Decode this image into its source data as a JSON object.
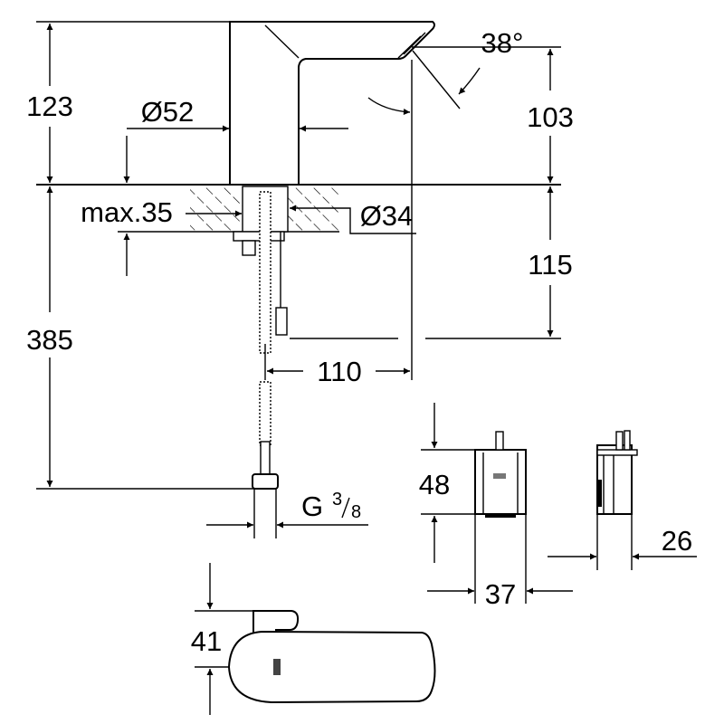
{
  "drawing": {
    "dimensions": {
      "spout_height": "123",
      "body_diameter": "Ø52",
      "sensor_angle": "38°",
      "outlet_height": "103",
      "max_deck_thickness": "max.35",
      "hole_diameter": "Ø34",
      "deck_to_connector": "115",
      "total_length": "385",
      "projection": "110",
      "thread_prefix": "G",
      "thread_num": "3",
      "thread_den": "8",
      "box_height": "48",
      "box_width": "37",
      "box_depth": "26",
      "top_view_width": "41"
    },
    "colors": {
      "line": "#000000",
      "background": "#ffffff"
    }
  }
}
